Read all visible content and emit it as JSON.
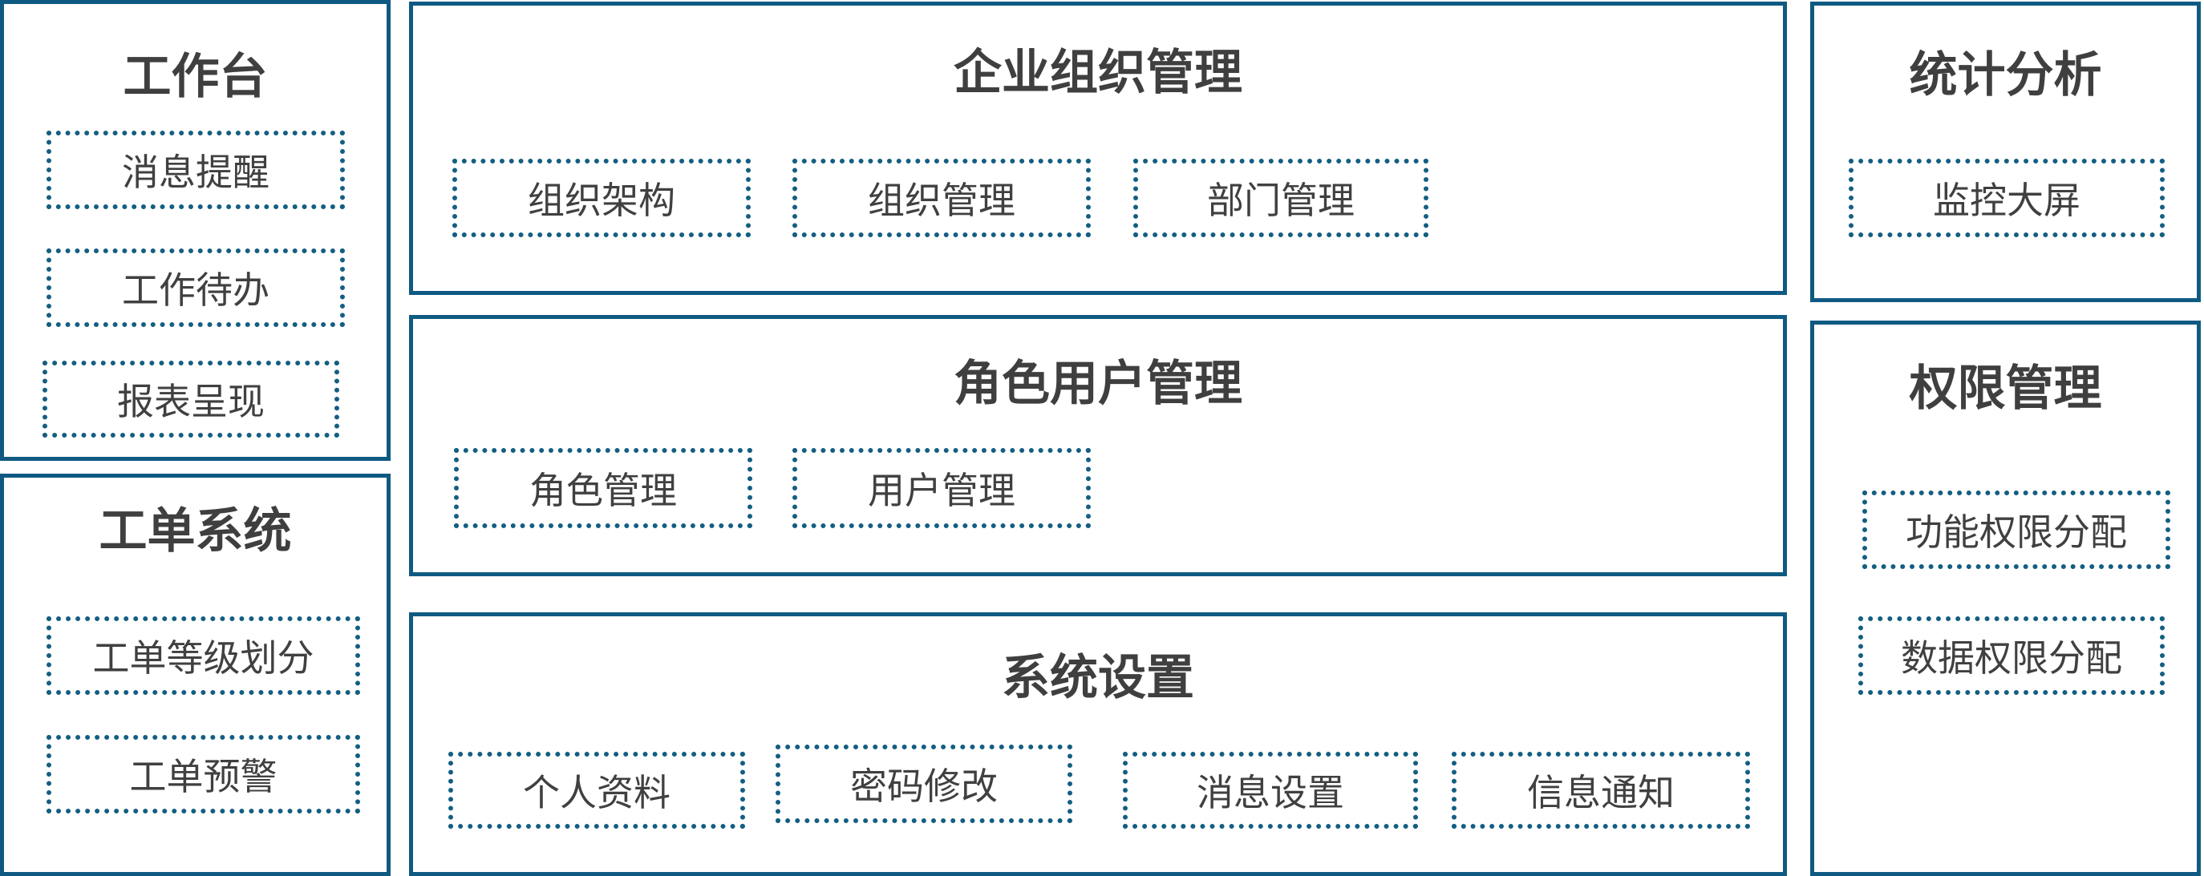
{
  "colors": {
    "border": "#0f5a82",
    "text": "#404040"
  },
  "workbench": {
    "title": "工作台",
    "items": [
      "消息提醒",
      "工作待办",
      "报表呈现"
    ]
  },
  "ticket": {
    "title": "工单系统",
    "items": [
      "工单等级划分",
      "工单预警"
    ]
  },
  "org": {
    "title": "企业组织管理",
    "items": [
      "组织架构",
      "组织管理",
      "部门管理"
    ]
  },
  "role": {
    "title": "角色用户管理",
    "items": [
      "角色管理",
      "用户管理"
    ]
  },
  "settings": {
    "title": "系统设置",
    "items": [
      "个人资料",
      "密码修改",
      "消息设置",
      "信息通知"
    ]
  },
  "stats": {
    "title": "统计分析",
    "items": [
      "监控大屏"
    ]
  },
  "perm": {
    "title": "权限管理",
    "items": [
      "功能权限分配",
      "数据权限分配"
    ]
  }
}
